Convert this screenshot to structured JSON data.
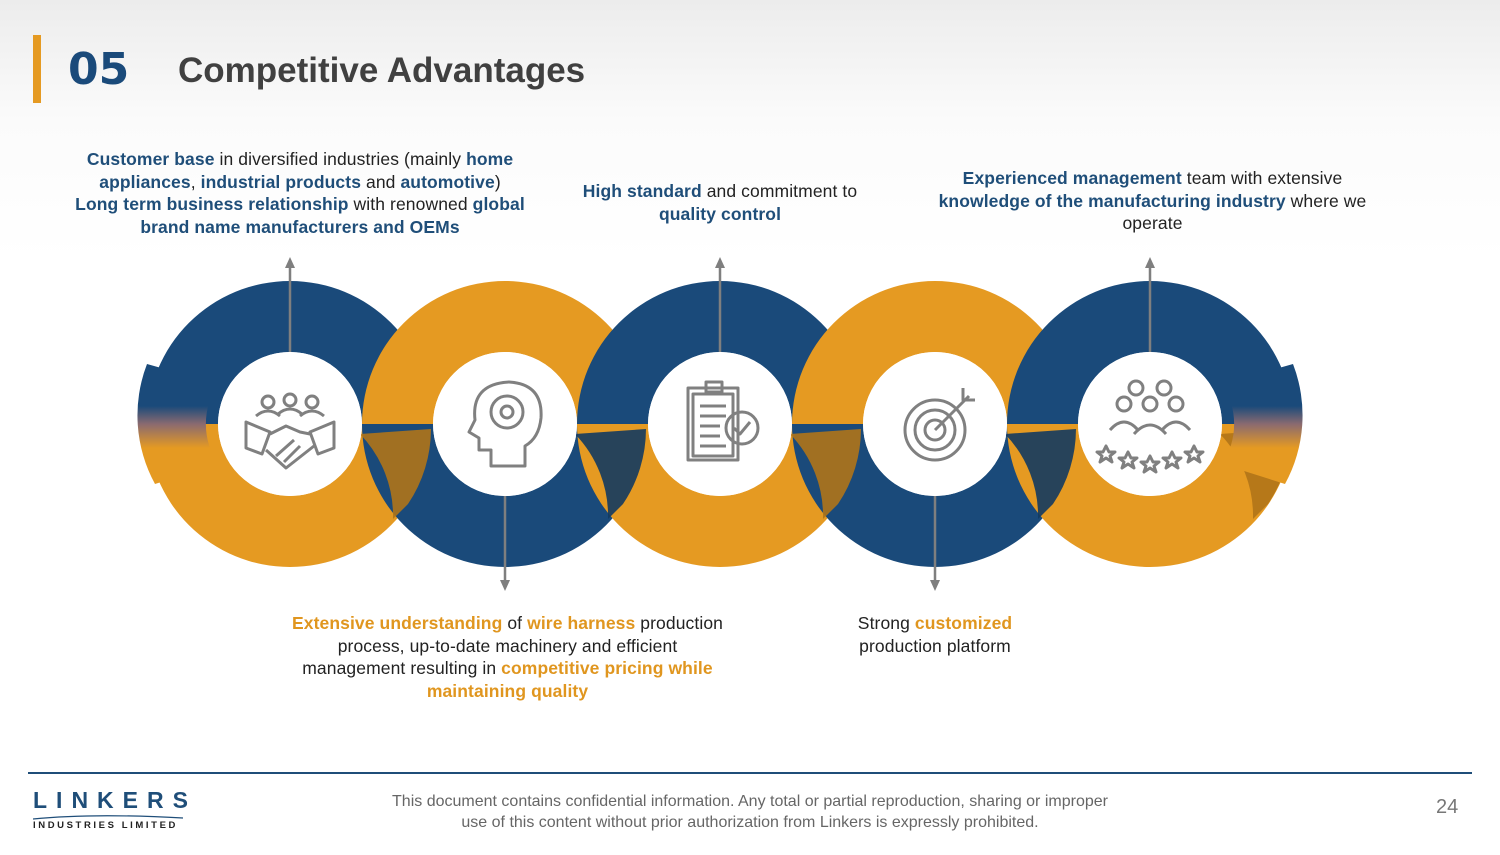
{
  "header": {
    "section_number": "05",
    "title": "Competitive Advantages"
  },
  "colors": {
    "blue": "#1a4a7a",
    "orange": "#e59a22",
    "icon_gray": "#808080"
  },
  "callouts": [
    {
      "id": "customer-base",
      "segments": [
        {
          "t": "Customer base",
          "s": "b"
        },
        {
          "t": " in diversified industries (mainly ",
          "s": ""
        },
        {
          "t": "home appliances",
          "s": "b"
        },
        {
          "t": ", ",
          "s": ""
        },
        {
          "t": "industrial products",
          "s": "b"
        },
        {
          "t": " and ",
          "s": ""
        },
        {
          "t": "automotive",
          "s": "b"
        },
        {
          "t": ")",
          "s": ""
        },
        {
          "br": true
        },
        {
          "t": "Long term business relationship",
          "s": "b"
        },
        {
          "t": " with renowned ",
          "s": ""
        },
        {
          "t": "global brand name manufacturers and OEMs",
          "s": "b"
        }
      ]
    },
    {
      "id": "quality-control",
      "segments": [
        {
          "t": "High standard",
          "s": "b"
        },
        {
          "t": " and commitment to ",
          "s": ""
        },
        {
          "t": "quality control",
          "s": "b"
        }
      ]
    },
    {
      "id": "management",
      "segments": [
        {
          "t": "Experienced management",
          "s": "b"
        },
        {
          "t": " team with extensive ",
          "s": ""
        },
        {
          "t": "knowledge of the manufacturing industry",
          "s": "b"
        },
        {
          "t": " where we operate",
          "s": ""
        }
      ]
    },
    {
      "id": "wire-harness",
      "segments": [
        {
          "t": "Extensive understanding",
          "s": "o"
        },
        {
          "t": " of ",
          "s": ""
        },
        {
          "t": "wire harness",
          "s": "o"
        },
        {
          "t": " production process, up-to-date machinery and efficient management resulting in ",
          "s": ""
        },
        {
          "t": "competitive pricing while maintaining quality",
          "s": "o"
        }
      ]
    },
    {
      "id": "customized-platform",
      "segments": [
        {
          "t": "Strong ",
          "s": ""
        },
        {
          "t": "customized",
          "s": "o"
        },
        {
          "br": true
        },
        {
          "t": "production platform",
          "s": ""
        }
      ]
    }
  ],
  "rings": [
    {
      "icon": "handshake-team-icon",
      "top": "blue",
      "bottom": "orange",
      "arrow": "up"
    },
    {
      "icon": "head-gear-icon",
      "top": "orange",
      "bottom": "blue",
      "arrow": "down"
    },
    {
      "icon": "clipboard-quality-icon",
      "top": "blue",
      "bottom": "orange",
      "arrow": "up"
    },
    {
      "icon": "target-arrow-icon",
      "top": "orange",
      "bottom": "blue",
      "arrow": "down"
    },
    {
      "icon": "team-stars-icon",
      "top": "blue",
      "bottom": "orange",
      "arrow": "up"
    }
  ],
  "footer": {
    "logo_main": "LINKERS",
    "logo_sub": "INDUSTRIES LIMITED",
    "disclaimer_line1": "This document contains confidential information. Any total or partial reproduction, sharing or improper",
    "disclaimer_line2": "use of this content without prior authorization from Linkers is expressly prohibited.",
    "page_number": "24"
  }
}
